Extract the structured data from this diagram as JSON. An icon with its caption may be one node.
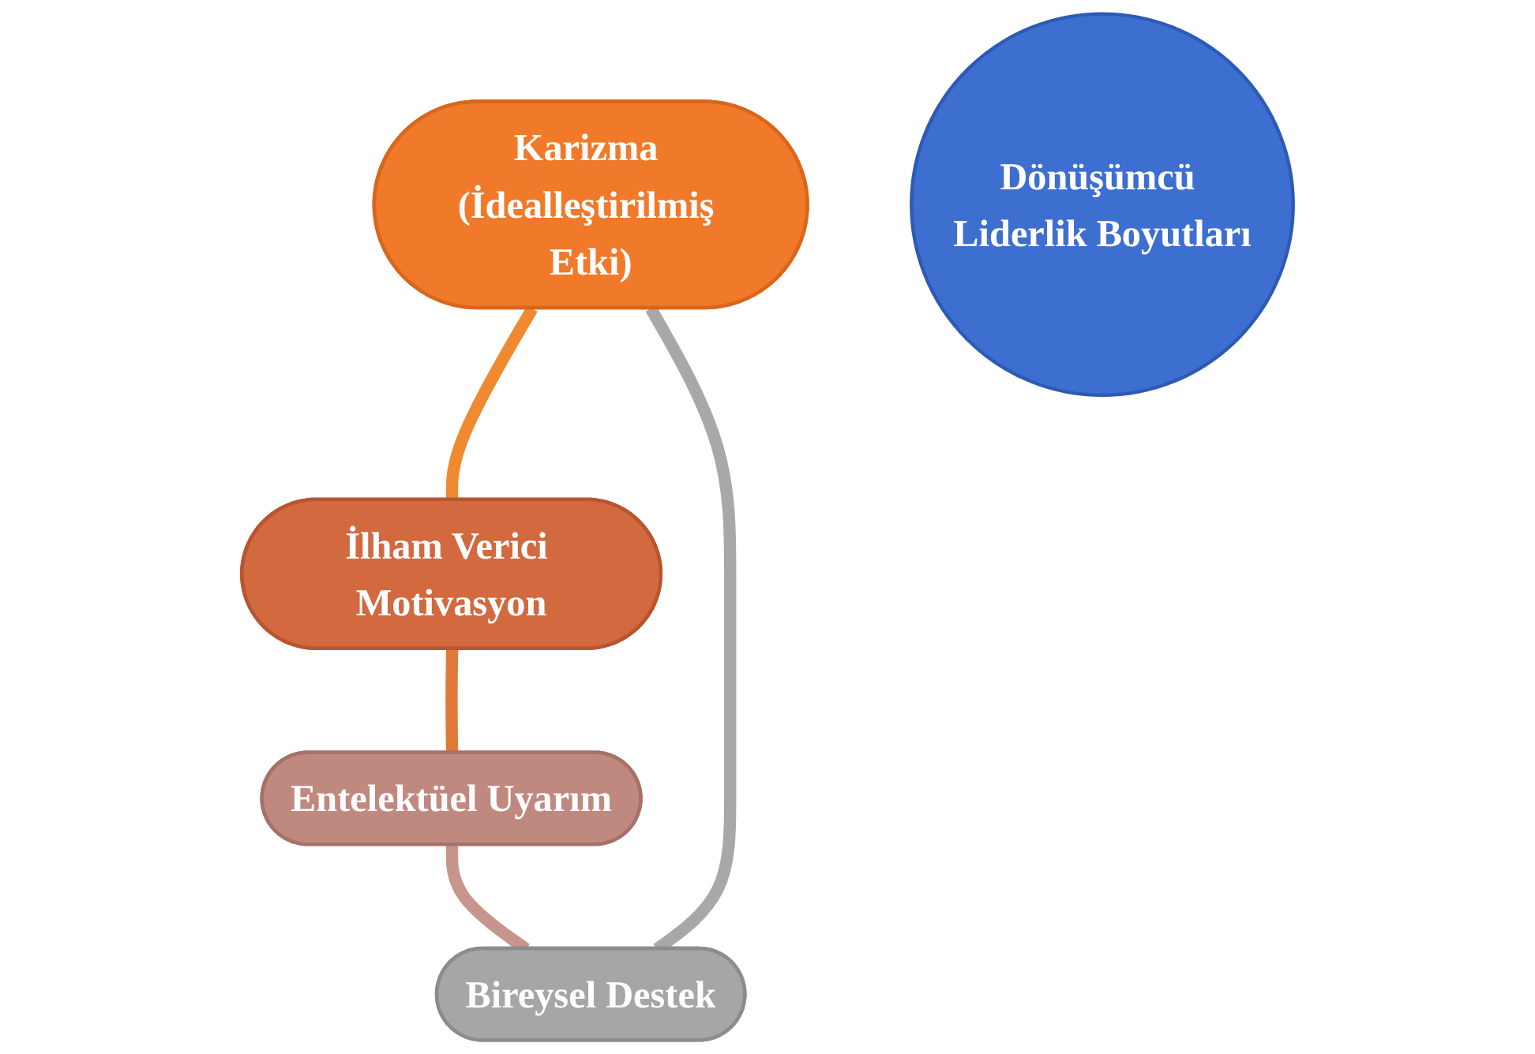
{
  "diagram": {
    "nodes": [
      {
        "text": [
          "Karizma (İdealleştirilmiş Etki)"
        ]
      },
      {
        "text": [
          "Bireysel Destek"
        ]
      },
      {
        "text": [
          "Dönüşümcü Liderlik Boyutları"
        ]
      },
      {
        "text": [
          "İlham Verici Motivasyon"
        ]
      },
      {
        "text": [
          "Entelektüel Uyarım"
        ]
      }
    ],
    "edges": [
      {
        "from": 0,
        "to": 3,
        "arrow": "none",
        "color": "#f08a30"
      },
      {
        "from": 3,
        "to": 4,
        "arrow": "none",
        "color": "#e07a3a"
      },
      {
        "from": 4,
        "to": 1,
        "arrow": "none",
        "color": "#c8958c"
      },
      {
        "from": 1,
        "to": 0,
        "arrow": "none",
        "color": "#a8a8a8"
      }
    ]
  }
}
